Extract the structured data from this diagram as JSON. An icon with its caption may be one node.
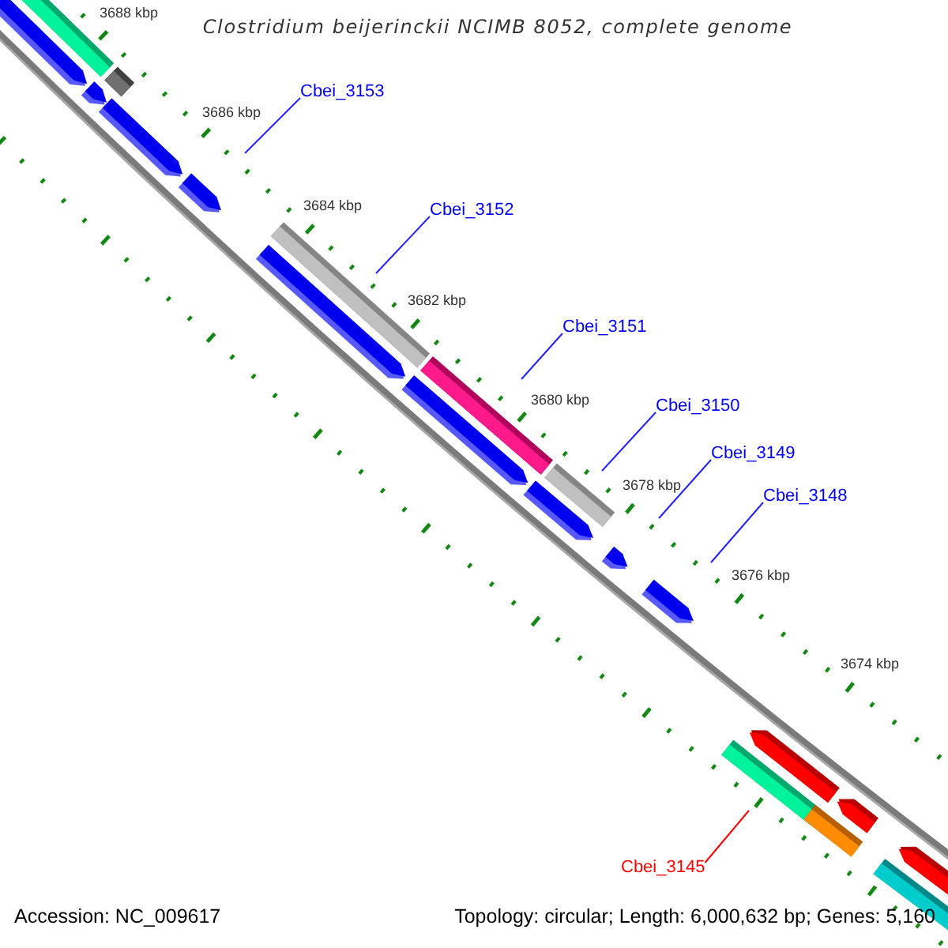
{
  "diagram": {
    "title": "Clostridium beijerinckii NCIMB 8052, complete genome",
    "nodes": [
      {
        "text": [
          "Cbei_3153"
        ]
      },
      {
        "text": [
          "Cbei_3152"
        ]
      },
      {
        "text": [
          "Cbei_3151"
        ]
      },
      {
        "text": [
          "Cbei_3150"
        ]
      },
      {
        "text": [
          "Cbei_3149"
        ]
      },
      {
        "text": [
          "Cbei_3148"
        ]
      },
      {
        "text": [
          "Cbei_3145"
        ]
      }
    ],
    "edges": [
      {
        "from": 0,
        "to": null,
        "arrow": "none"
      },
      {
        "from": 1,
        "to": null,
        "arrow": "none"
      },
      {
        "from": 2,
        "to": null,
        "arrow": "none"
      },
      {
        "from": 3,
        "to": null,
        "arrow": "none"
      },
      {
        "from": 4,
        "to": null,
        "arrow": "none"
      },
      {
        "from": 5,
        "to": null,
        "arrow": "none"
      },
      {
        "from": 6,
        "to": null,
        "arrow": "none",
        "color": "#ff0000"
      }
    ],
    "labels": [
      "3688 kbp",
      "3686 kbp",
      "3684 kbp",
      "3682 kbp",
      "3680 kbp",
      "3678 kbp",
      "3676 kbp",
      "3674 kbp",
      "Accession: NC_009617",
      "Topology: circular; Length: 6,000,632 bp; Genes: 5,160"
    ]
  }
}
